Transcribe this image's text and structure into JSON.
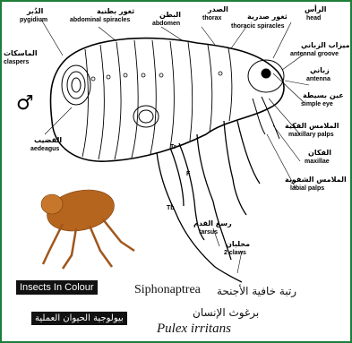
{
  "labels": {
    "pygidium_ar": "الدُبر",
    "pygidium_en": "pygidium",
    "abdominal_spiracles_ar": "ثغور بطنية",
    "abdominal_spiracles_en": "abdominal spiracles",
    "abdomen_ar": "البطن",
    "abdomen_en": "abdomen",
    "thorax_ar": "الصدر",
    "thorax_en": "thorax",
    "thoracic_spiracles_ar": "ثغور صدرية",
    "thoracic_spiracles_en": "thoracic spiracles",
    "head_ar": "الرأس",
    "head_en": "head",
    "claspers_ar": "الماسكات",
    "claspers_en": "claspers",
    "antennal_groove_ar": "ميزاب الزباني",
    "antennal_groove_en": "antennal groove",
    "antenna_ar": "زباني",
    "antenna_en": "antenna",
    "simple_eye_ar": "عين بسيطة",
    "simple_eye_en": "simple eye",
    "maxillary_palps_ar": "الملامس الفكية",
    "maxillary_palps_en": "maxillary palps",
    "maxillae_ar": "الفكان",
    "maxillae_en": "maxillae",
    "labial_palps_ar": "الملامس الشفوية",
    "labial_palps_en": "labial palps",
    "aedeagus_ar": "القضيب",
    "aedeagus_en": "aedeagus",
    "tarsus_ar": "رسغ القدم",
    "tarsus_en": "tarsus",
    "claws_ar": "مخلبان",
    "claws_en": "2 claws",
    "male_symbol": "♂",
    "leg_label_tb": "Tb",
    "leg_label_f": "F",
    "leg_label_tr": "Tr"
  },
  "badges": {
    "insects_in_colour": "Insects In Colour",
    "zoology": "بيولوجية الحيوان العملية"
  },
  "captions": {
    "order_ar": "رتبة خافية الأجنحة",
    "order_en": "Siphonaptrea",
    "species_ar": "برغوث الإنسان",
    "species_en": "Pulex irritans"
  },
  "colors": {
    "frame": "#1e7f3a",
    "flea_photo": "#b5651d"
  }
}
